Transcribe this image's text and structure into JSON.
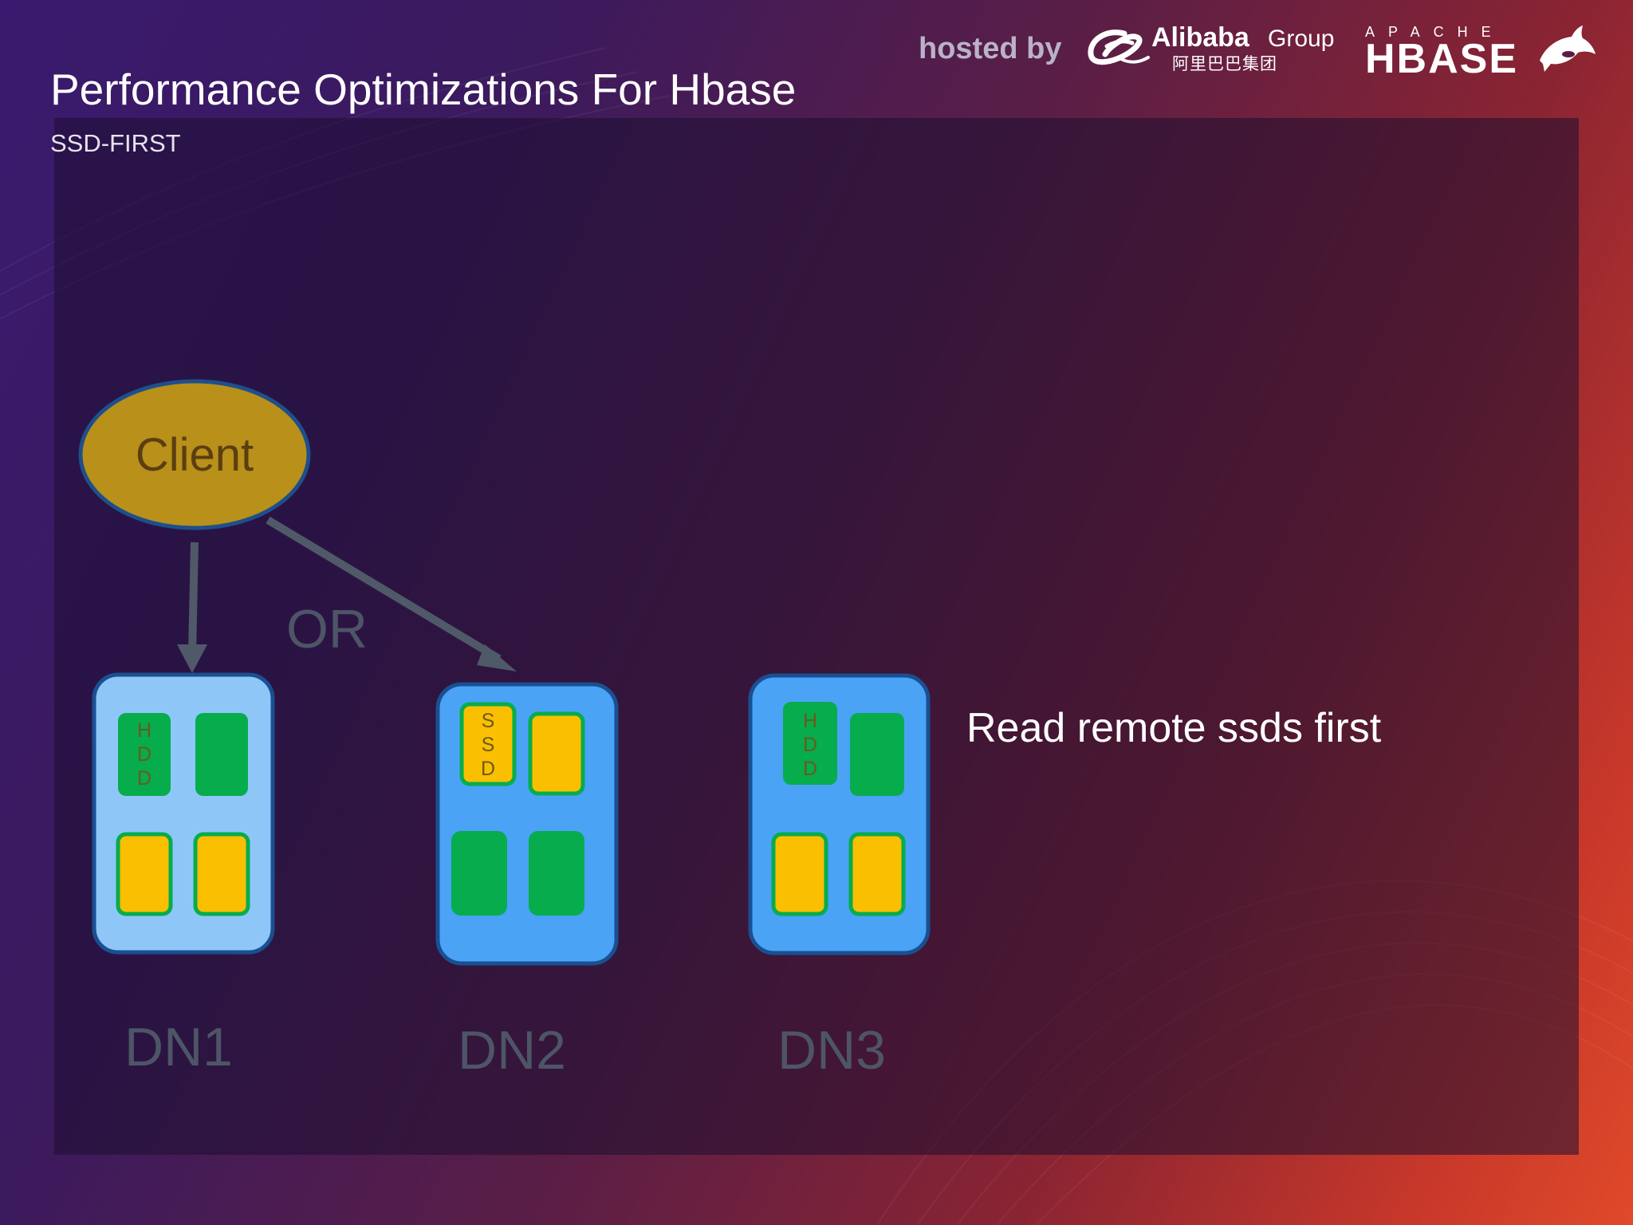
{
  "header": {
    "title": "Performance Optimizations For Hbase",
    "subtitle": "SSD-FIRST",
    "hosted_by": "hosted by",
    "alibaba_name": "Alibaba",
    "alibaba_group": "Group",
    "alibaba_cn": "阿里巴巴集团",
    "apache": "APACHE",
    "hbase": "HBASE"
  },
  "diagram": {
    "client_label": "Client",
    "or_label": "OR",
    "note": "Read remote ssds first",
    "nodes": [
      {
        "label": "DN1",
        "disk_label": "HDD"
      },
      {
        "label": "DN2",
        "disk_label": "SSD"
      },
      {
        "label": "DN3",
        "disk_label": "HDD"
      }
    ],
    "disk_letters": {
      "dn1": [
        "H",
        "D",
        "D"
      ],
      "dn2": [
        "S",
        "S",
        "D"
      ],
      "dn3": [
        "H",
        "D",
        "D"
      ]
    }
  },
  "colors": {
    "client_fill": "#b8901a",
    "client_stroke": "#1e4f8c",
    "node_light": "#8ec7f7",
    "node_blue": "#4aa3f5",
    "node_stroke": "#1a4f92",
    "disk_green": "#07ac4d",
    "disk_yellow": "#fbbf02",
    "arrow": "#4f5968",
    "dn_label": "#4d5566"
  }
}
